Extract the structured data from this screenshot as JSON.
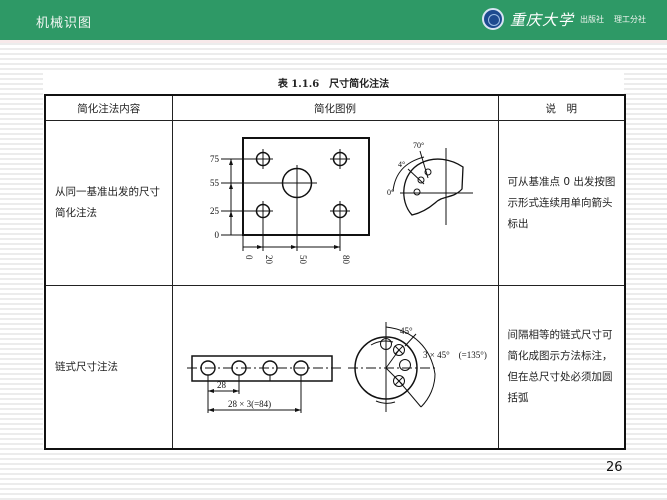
{
  "header": {
    "title": "机械识图",
    "logo_name": "重庆大学",
    "logo_press": "出版社",
    "logo_branch": "理工分社",
    "bg_color": "#2e9966"
  },
  "table": {
    "caption": "表 1.1.6　尺寸简化注法",
    "columns": [
      "简化注法内容",
      "简化图例",
      "说　明"
    ],
    "rows": [
      {
        "content": "从同一基准出发的尺寸简化注法",
        "description": "可从基准点 0 出发按图示形式连续用单向箭头标出",
        "figure": {
          "plate": {
            "y_labels": [
              "75",
              "55",
              "25",
              "0"
            ],
            "x_labels": [
              "0",
              "20",
              "50",
              "80"
            ]
          },
          "arc": {
            "labels": [
              "70°",
              "4°",
              "0°"
            ]
          }
        }
      },
      {
        "content": "链式尺寸注法",
        "description": "间隔相等的链式尺寸可简化成图示方法标注，但在总尺寸处必须加圆括弧",
        "figure": {
          "bar": {
            "spacing_label": "28",
            "total_label": "28 × 3(=84)"
          },
          "disk": {
            "angle_label": "45°",
            "total_label": "3 × 45°　(=135°)"
          }
        }
      }
    ]
  },
  "page_number": "26"
}
